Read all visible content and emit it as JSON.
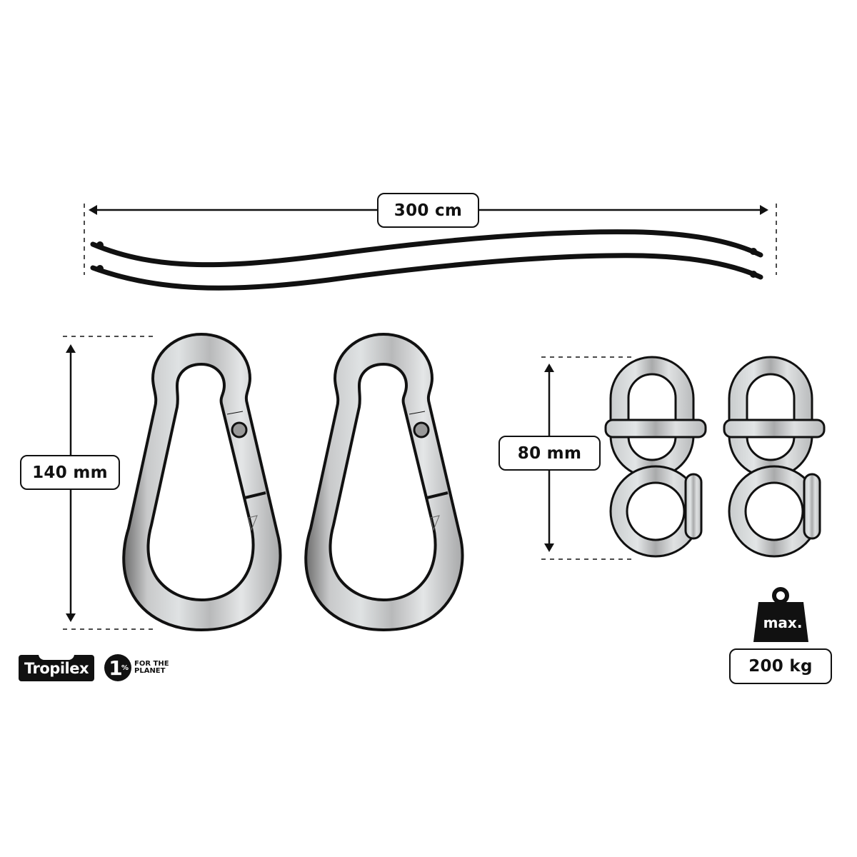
{
  "diagram": {
    "type": "product-dimensions-infographic",
    "rope": {
      "label": "300 cm",
      "count": 2,
      "color": "#111111"
    },
    "carabiner": {
      "label": "140 mm",
      "count": 2,
      "metal_color": "#c9cccd"
    },
    "swivel": {
      "label": "80 mm",
      "count": 2,
      "metal_color": "#c9cccd"
    },
    "max_load": {
      "weight_icon_text": "max.",
      "value": "200 kg"
    },
    "logos": {
      "brand": "Tropilex",
      "planet_number": "1",
      "planet_percent": "%",
      "planet_line1": "FOR THE",
      "planet_line2": "PLANET"
    }
  }
}
